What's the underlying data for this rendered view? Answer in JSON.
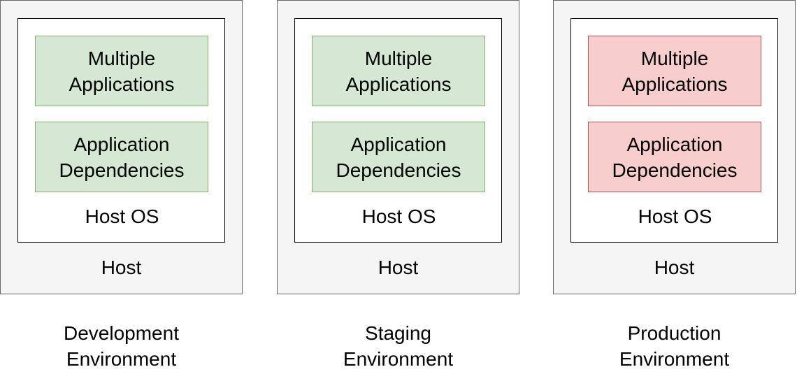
{
  "environments": [
    {
      "name": "Development Environment",
      "label_line1": "Development",
      "label_line2": "Environment",
      "host": "Host",
      "host_os": "Host OS",
      "apps": "Multiple Applications",
      "apps_line1": "Multiple",
      "apps_line2": "Applications",
      "deps_line1": "Application",
      "deps_line2": "Dependencies",
      "status_color": "#d5e8d4"
    },
    {
      "name": "Staging Environment",
      "label_line1": "Staging",
      "label_line2": "Environment",
      "host": "Host",
      "host_os": "Host OS",
      "apps_line1": "Multiple",
      "apps_line2": "Applications",
      "deps_line1": "Application",
      "deps_line2": "Dependencies",
      "status_color": "#d5e8d4"
    },
    {
      "name": "Production Environment",
      "label_line1": "Production",
      "label_line2": "Environment",
      "host": "Host",
      "host_os": "Host OS",
      "apps_line1": "Multiple",
      "apps_line2": "Applications",
      "deps_line1": "Application",
      "deps_line2": "Dependencies",
      "status_color": "#f8cecc"
    }
  ],
  "colors": {
    "ok_fill": "#d5e8d4",
    "ok_stroke": "#82b366",
    "problem_fill": "#f8cecc",
    "problem_stroke": "#b85450",
    "host_fill": "#f5f5f5"
  }
}
